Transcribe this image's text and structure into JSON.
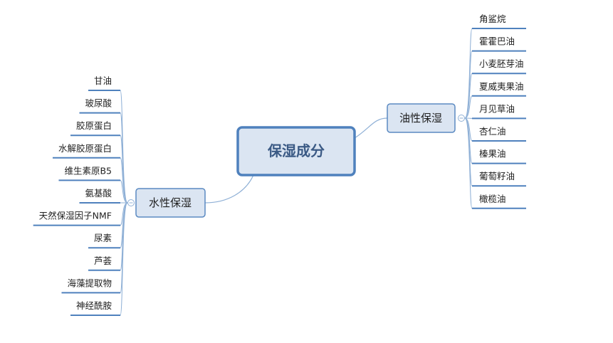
{
  "central": {
    "label": "保湿成分"
  },
  "right_branch": {
    "label": "油性保湿",
    "items": [
      "角鲨烷",
      "霍霍巴油",
      "小麦胚芽油",
      "夏威夷果油",
      "月见草油",
      "杏仁油",
      "榛果油",
      "葡萄籽油",
      "橄榄油"
    ]
  },
  "left_branch": {
    "label": "水性保湿",
    "items": [
      "甘油",
      "玻尿酸",
      "胶原蛋白",
      "水解胶原蛋白",
      "维生素原B5",
      "氨基酸",
      "天然保湿因子NMF",
      "尿素",
      "芦荟",
      "海藻提取物",
      "神经酰胺"
    ]
  },
  "colors": {
    "node_fill": "#dbe5f2",
    "node_border": "#5b8ac2",
    "central_border": "#4f81bd",
    "connector": "#8fb0d6",
    "underline": "#4f81bd"
  }
}
